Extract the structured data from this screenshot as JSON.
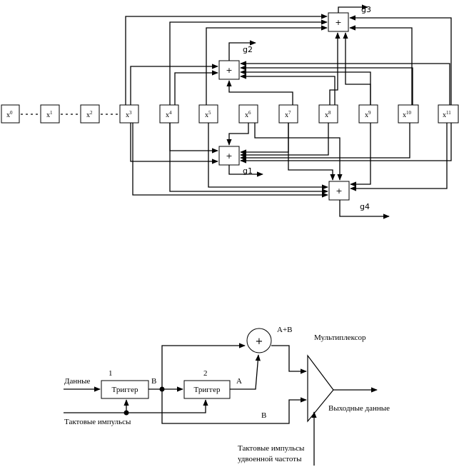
{
  "top_diagram": {
    "registers": [
      {
        "base": "x",
        "exp": "0"
      },
      {
        "base": "x",
        "exp": "1"
      },
      {
        "base": "x",
        "exp": "2"
      },
      {
        "base": "x",
        "exp": "3"
      },
      {
        "base": "x",
        "exp": "4"
      },
      {
        "base": "x",
        "exp": "5"
      },
      {
        "base": "x",
        "exp": "6"
      },
      {
        "base": "x",
        "exp": "7"
      },
      {
        "base": "x",
        "exp": "8"
      },
      {
        "base": "x",
        "exp": "9"
      },
      {
        "base": "x",
        "exp": "10"
      },
      {
        "base": "x",
        "exp": "11"
      }
    ],
    "adder_symbol": "+",
    "outputs": {
      "g1": "g1",
      "g2": "g2",
      "g3": "g3",
      "g4": "g4"
    }
  },
  "bottom_diagram": {
    "input_label": "Данные",
    "clock_label": "Тактовые импульсы",
    "trigger1_num": "1",
    "trigger1_label": "Триггер",
    "trigger2_num": "2",
    "trigger2_label": "Триггер",
    "signal_b": "B",
    "signal_a": "A",
    "signal_b2": "B",
    "sum_label": "A+B",
    "adder_symbol": "+",
    "mux_label": "Мультиплексор",
    "output_label": "Выходные данные",
    "double_clock_line1": "Тактовые импульсы",
    "double_clock_line2": "удвоенной частоты"
  }
}
